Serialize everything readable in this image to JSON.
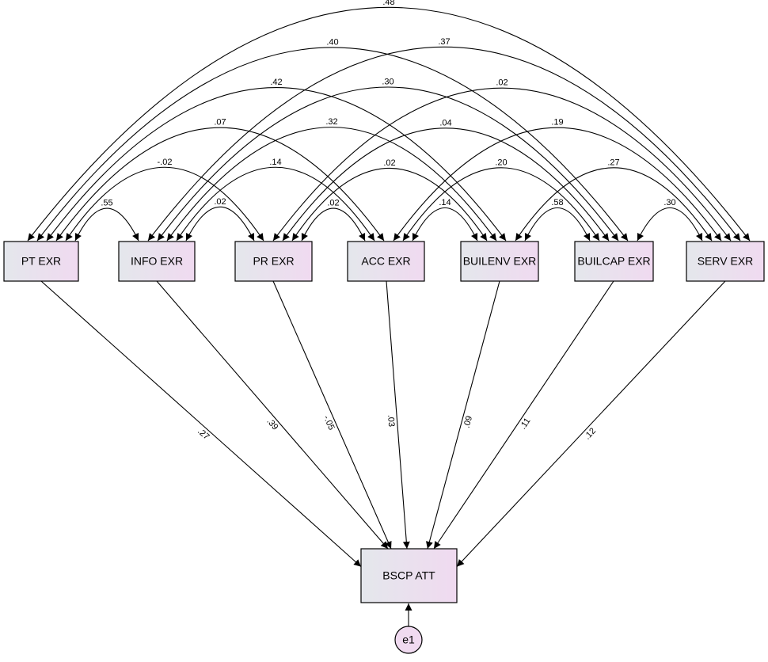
{
  "nodes": [
    {
      "id": "pt",
      "label": "PT EXR"
    },
    {
      "id": "info",
      "label": "INFO EXR"
    },
    {
      "id": "pr",
      "label": "PR EXR"
    },
    {
      "id": "acc",
      "label": "ACC EXR"
    },
    {
      "id": "builenv",
      "label": "BUILENV EXR"
    },
    {
      "id": "builcap",
      "label": "BUILCAP EXR"
    },
    {
      "id": "serv",
      "label": "SERV EXR"
    }
  ],
  "outcome": {
    "id": "bscp",
    "label": "BSCP ATT"
  },
  "error": {
    "id": "e1",
    "label": "e1"
  },
  "covariances": [
    {
      "from": "pt",
      "to": "info",
      "label": ".55"
    },
    {
      "from": "pt",
      "to": "pr",
      "label": "-.02"
    },
    {
      "from": "pt",
      "to": "acc",
      "label": ".07"
    },
    {
      "from": "pt",
      "to": "builenv",
      "label": ".42"
    },
    {
      "from": "pt",
      "to": "builcap",
      "label": ".40"
    },
    {
      "from": "pt",
      "to": "serv",
      "label": ".48"
    },
    {
      "from": "info",
      "to": "pr",
      "label": ".02"
    },
    {
      "from": "info",
      "to": "acc",
      "label": ".14"
    },
    {
      "from": "info",
      "to": "builenv",
      "label": ".32"
    },
    {
      "from": "info",
      "to": "builcap",
      "label": ".30"
    },
    {
      "from": "info",
      "to": "serv",
      "label": ".37"
    },
    {
      "from": "pr",
      "to": "acc",
      "label": ".02"
    },
    {
      "from": "pr",
      "to": "builenv",
      "label": ".02"
    },
    {
      "from": "pr",
      "to": "builcap",
      "label": ".04"
    },
    {
      "from": "pr",
      "to": "serv",
      "label": ".02"
    },
    {
      "from": "acc",
      "to": "builenv",
      "label": ".14"
    },
    {
      "from": "acc",
      "to": "builcap",
      "label": ".20"
    },
    {
      "from": "acc",
      "to": "serv",
      "label": ".19"
    },
    {
      "from": "builenv",
      "to": "builcap",
      "label": ".58"
    },
    {
      "from": "builenv",
      "to": "serv",
      "label": ".27"
    },
    {
      "from": "builcap",
      "to": "serv",
      "label": ".30"
    }
  ],
  "paths": [
    {
      "from": "pt",
      "label": ".27"
    },
    {
      "from": "info",
      "label": ".39"
    },
    {
      "from": "pr",
      "label": "-.05"
    },
    {
      "from": "acc",
      "label": ".03"
    },
    {
      "from": "builenv",
      "label": ".09"
    },
    {
      "from": "builcap",
      "label": ".11"
    },
    {
      "from": "serv",
      "label": ".12"
    }
  ],
  "colors": {
    "box_fill_start": "#e4e7ec",
    "box_fill_end": "#f0daf0",
    "stroke": "#000000",
    "background": "#ffffff"
  }
}
